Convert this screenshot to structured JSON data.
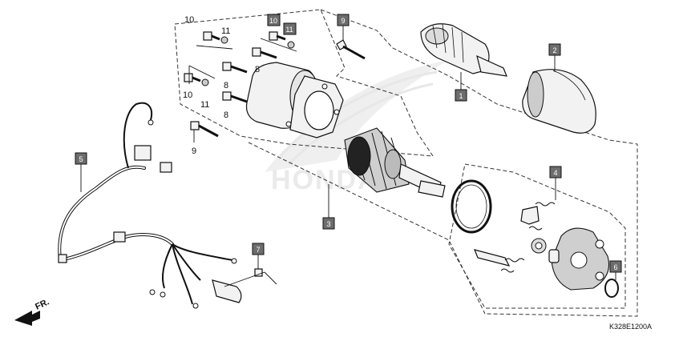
{
  "callouts": {
    "starter_clutch": "1",
    "cover": "2",
    "armature": "3",
    "brush_holder": "4",
    "harness": "5",
    "o_ring": "6",
    "screw_7": "7",
    "bolt_9_top": "9",
    "bolt_10_boxed": "10",
    "washer_11_boxed": "11",
    "bolt_9_left": "9",
    "bolt_10_top": "10",
    "washer_11_top": "11",
    "screw_8_a": "8",
    "screw_8_b": "8",
    "screw_8_c": "8",
    "bolt_10_left": "10",
    "washer_11_left": "11"
  },
  "direction_label": "FR.",
  "diagram_code": "K328E1200A",
  "watermark": "HONDA"
}
